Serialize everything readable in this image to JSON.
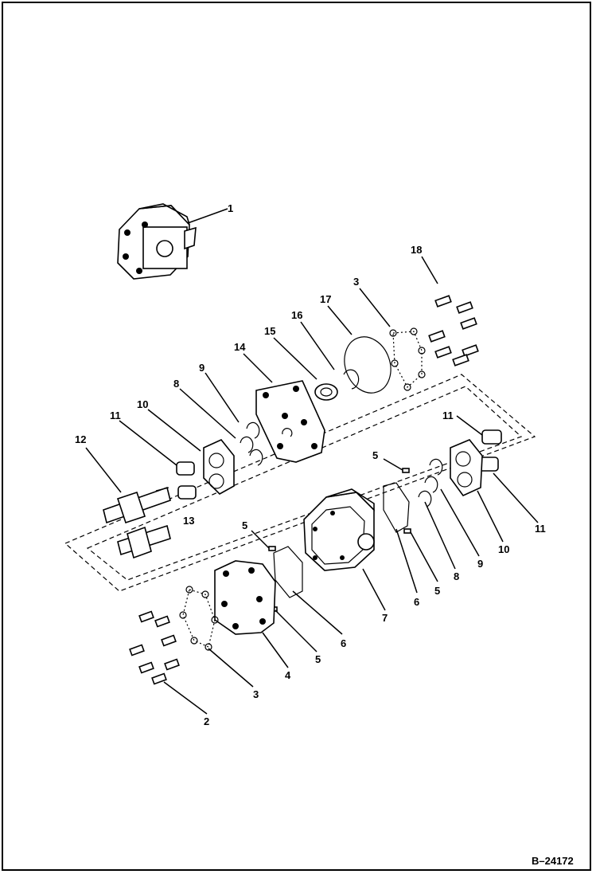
{
  "figure_ref": "B–24172",
  "callouts": [
    {
      "label": "1"
    },
    {
      "label": "18"
    },
    {
      "label": "3"
    },
    {
      "label": "17"
    },
    {
      "label": "16"
    },
    {
      "label": "15"
    },
    {
      "label": "14"
    },
    {
      "label": "9"
    },
    {
      "label": "8"
    },
    {
      "label": "10"
    },
    {
      "label": "11"
    },
    {
      "label": "12"
    },
    {
      "label": "13"
    },
    {
      "label": "11"
    },
    {
      "label": "5"
    },
    {
      "label": "5"
    },
    {
      "label": "7"
    },
    {
      "label": "6"
    },
    {
      "label": "5"
    },
    {
      "label": "8"
    },
    {
      "label": "9"
    },
    {
      "label": "10"
    },
    {
      "label": "11"
    },
    {
      "label": "6"
    },
    {
      "label": "5"
    },
    {
      "label": "4"
    },
    {
      "label": "3"
    },
    {
      "label": "2"
    }
  ]
}
